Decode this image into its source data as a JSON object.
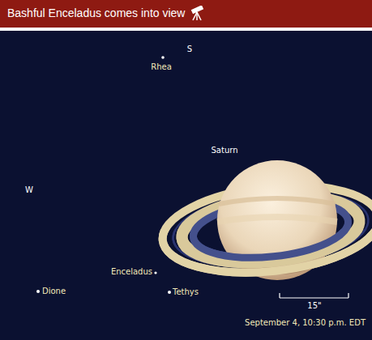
{
  "diagram": {
    "title": "Bashful Enceladus comes into view",
    "labels": [
      "S",
      "Rhea",
      "Saturn",
      "W",
      "Enceladus",
      "Dione",
      "Tethys",
      "15\"",
      "September 4, 10:30 p.m. EDT"
    ]
  }
}
